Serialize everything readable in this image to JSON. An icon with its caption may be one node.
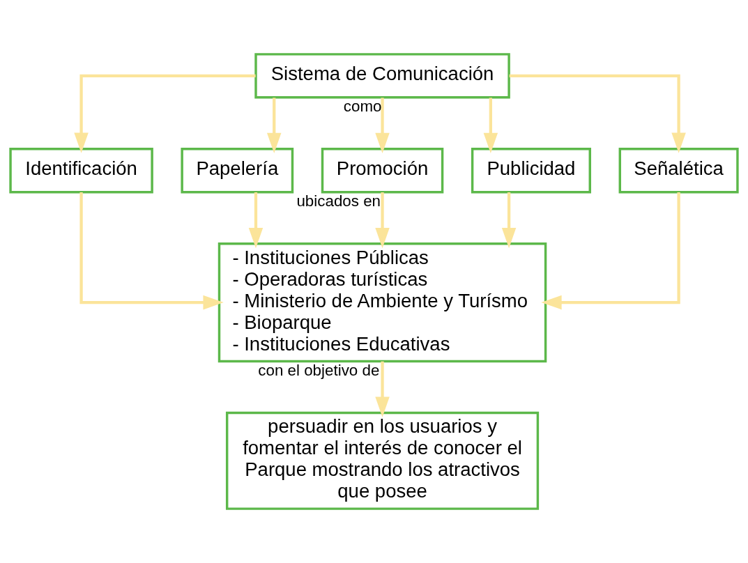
{
  "diagram": {
    "nodes": [
      {
        "text": [
          "Sistema de Comunicación"
        ]
      },
      {
        "text": [
          "Identificación"
        ]
      },
      {
        "text": [
          "Papelería"
        ]
      },
      {
        "text": [
          "Promoción"
        ]
      },
      {
        "text": [
          "Publicidad"
        ]
      },
      {
        "text": [
          "Señalética"
        ]
      },
      {
        "text": [
          "- Instituciones Públicas",
          "- Operadoras turísticas",
          "- Ministerio de Ambiente y Turísmo",
          "- Bioparque",
          "- Instituciones Educativas"
        ]
      },
      {
        "text": [
          "persuadir en los usuarios y fomentar el interés de conocer el Parque mostrando los atractivos que posee"
        ]
      }
    ],
    "edges": [
      {
        "from": 0,
        "to": 1,
        "arrow": "to"
      },
      {
        "from": 0,
        "to": 2,
        "arrow": "to"
      },
      {
        "from": 0,
        "to": 3,
        "arrow": "to",
        "label": "como"
      },
      {
        "from": 0,
        "to": 4,
        "arrow": "to"
      },
      {
        "from": 0,
        "to": 5,
        "arrow": "to"
      },
      {
        "from": 1,
        "to": 6,
        "arrow": "to"
      },
      {
        "from": 2,
        "to": 6,
        "arrow": "to"
      },
      {
        "from": 3,
        "to": 6,
        "arrow": "to",
        "label": "ubicados en"
      },
      {
        "from": 4,
        "to": 6,
        "arrow": "to"
      },
      {
        "from": 5,
        "to": 6,
        "arrow": "to"
      },
      {
        "from": 6,
        "to": 7,
        "arrow": "to",
        "label": "con el objetivo de"
      }
    ]
  }
}
